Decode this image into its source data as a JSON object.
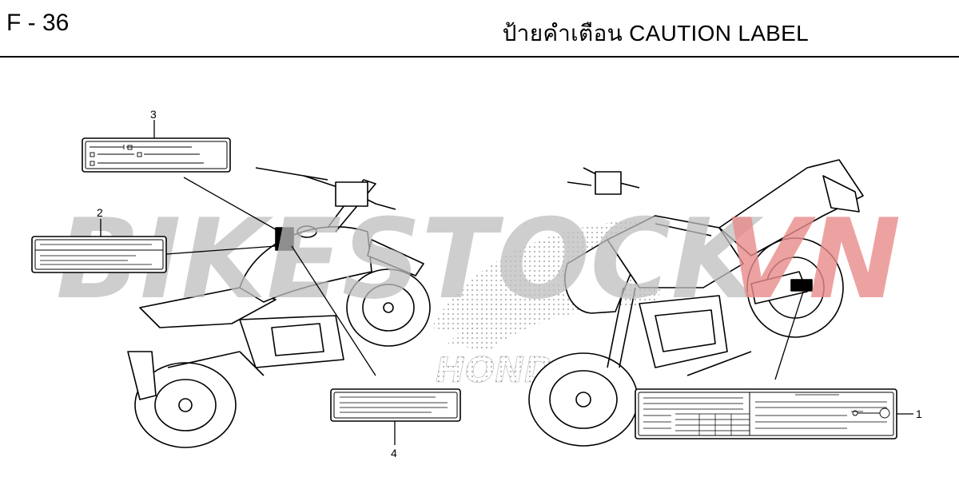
{
  "header": {
    "page_code": "F - 36",
    "title": "ป้ายคำเตือน  CAUTION LABEL"
  },
  "watermark": {
    "text_part1": "BIKESTOCK",
    "text_part2": "VN",
    "color1": "#bdbdbd",
    "color2": "#e98b8b",
    "brand_text": "HONDA"
  },
  "callouts": [
    "1",
    "2",
    "3",
    "4"
  ]
}
